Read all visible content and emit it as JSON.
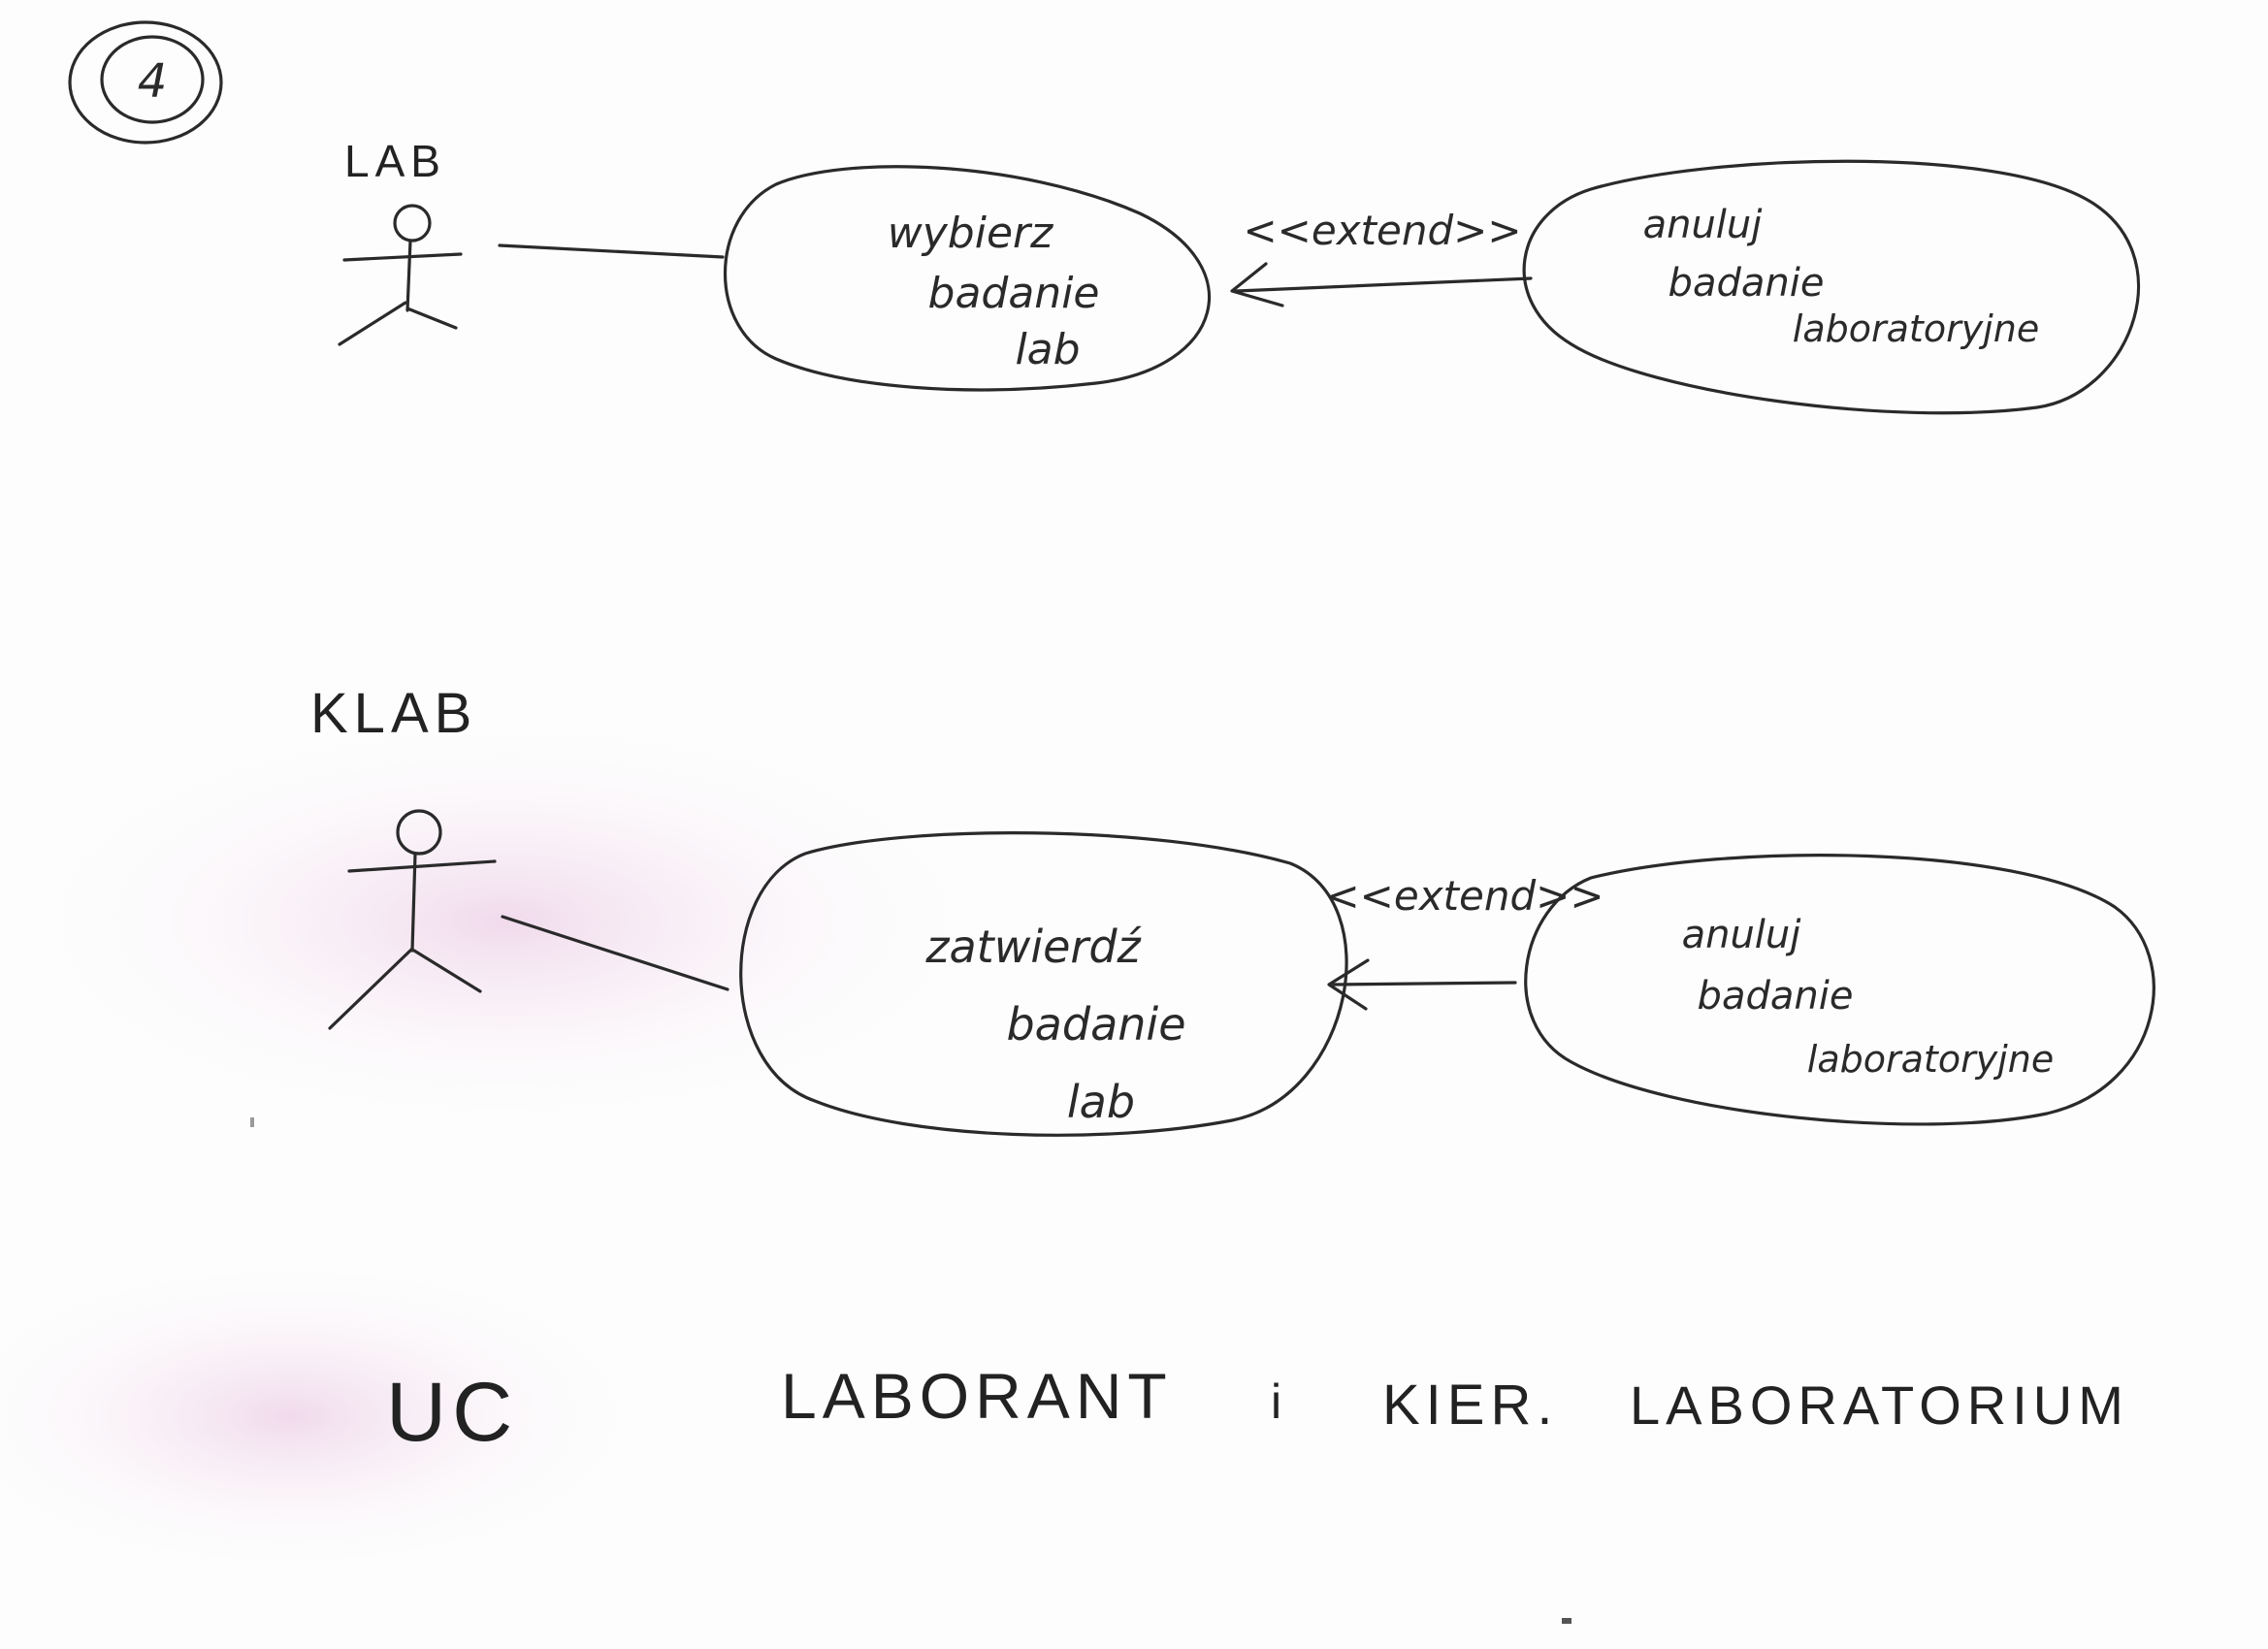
{
  "page_number": "4",
  "diagrams": [
    {
      "actor": "LAB",
      "use_case": [
        "wybierz",
        "badanie",
        "lab"
      ],
      "relation": "<<extend>>",
      "extension": [
        "anuluj",
        "badanie",
        "laboratoryjne"
      ]
    },
    {
      "actor": "KLAB",
      "use_case": [
        "zatwierdź",
        "badanie",
        "lab"
      ],
      "relation": "<<extend>>",
      "extension": [
        "anuluj",
        "badanie",
        "laboratoryjne"
      ]
    }
  ],
  "footer": {
    "uc": "UC",
    "subject": "LABORANT",
    "conj": "i",
    "kier": "KIER.",
    "lab": "LABORATORIUM"
  },
  "colors": {
    "ink": "#2a2a2a",
    "paper": "#fdfdfd",
    "smudge": "#f1dcec"
  }
}
